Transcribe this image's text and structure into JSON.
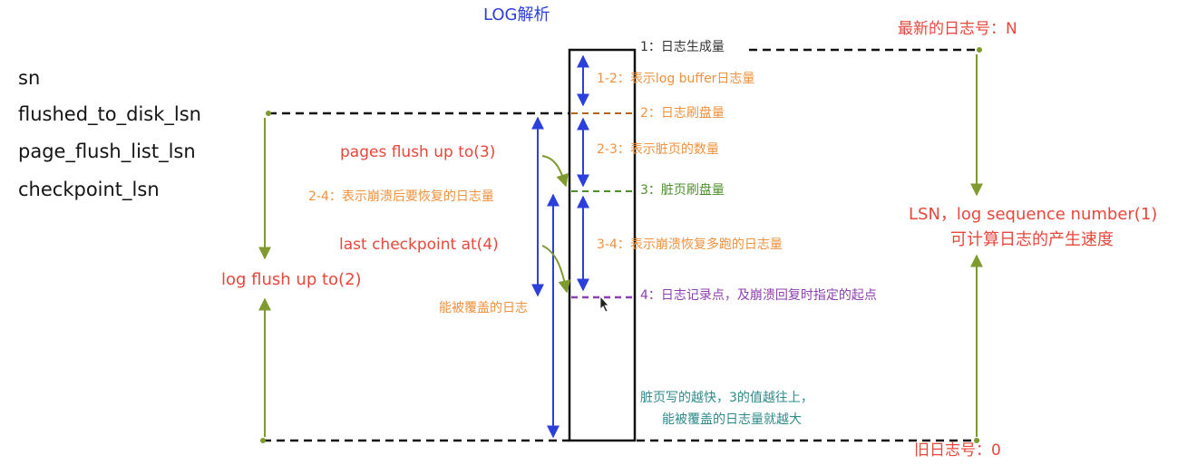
{
  "title": "LOG解析",
  "left_terms": [
    "sn",
    "flushed_to_disk_lsn",
    "page_flush_list_lsn",
    "checkpoint_lsn"
  ],
  "box_labels": {
    "p1": "1：日志生成量",
    "p12": "1-2：表示log buffer日志量",
    "p2": "2：日志刷盘量",
    "p23": "2-3：表示脏页的数量",
    "p3": "3：脏页刷盘量",
    "p34": "3-4：表示崩溃恢复多跑的日志量",
    "p4": "4：日志记录点，及崩溃回复时指定的起点"
  },
  "middle_labels": {
    "pages_flush": "pages flush up to(3)",
    "range_24": "2-4：表示崩溃后要恢复的日志量",
    "last_checkpoint": "last checkpoint at(4)",
    "can_overwrite": "能被覆盖的日志",
    "log_flush": "log flush up to(2)"
  },
  "note": [
    "脏页写的越快，3的值越往上，",
    "能被覆盖的日志量就越大"
  ],
  "right_labels": {
    "newest": "最新的日志号：N",
    "lsn": "LSN，log sequence number(1)",
    "speed": "可计算日志的产生速度",
    "oldest": "旧日志号：0"
  },
  "colors": {
    "red": "#e8473b",
    "orange": "#f0913c",
    "green": "#4e8f2c",
    "olive": "#7f9a2e",
    "blue": "#2b3fdc",
    "purple": "#8e3fb0",
    "teal": "#2f8a8a",
    "brown": "#b5651d"
  }
}
